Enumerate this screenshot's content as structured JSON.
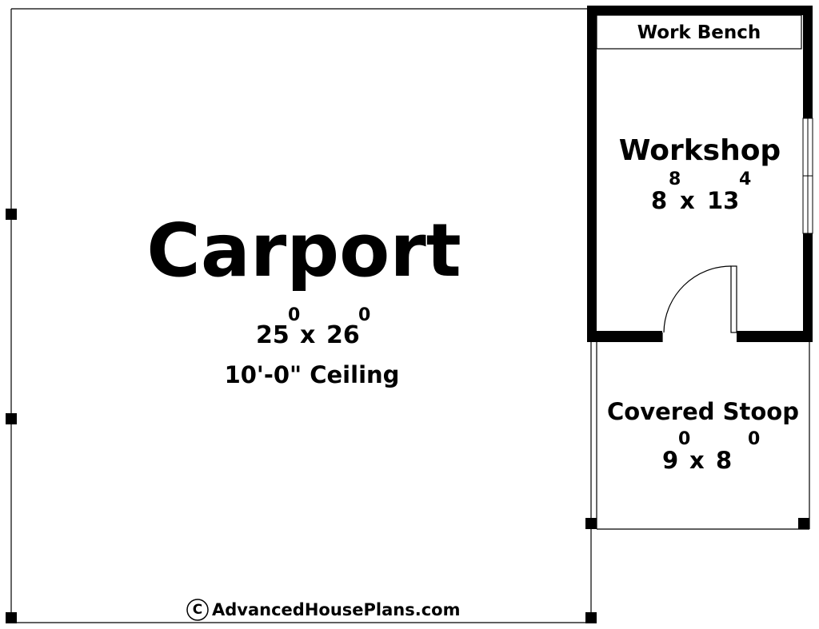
{
  "plan": {
    "carport": {
      "name": "Carport",
      "width_ft": "25",
      "width_in": "0",
      "times": "x",
      "depth_ft": "26",
      "depth_in": "0",
      "ceiling": "10'-0\" Ceiling"
    },
    "workshop": {
      "name": "Workshop",
      "width_ft": "8",
      "width_in": "8",
      "times": "x",
      "depth_ft": "13",
      "depth_in": "4",
      "bench": "Work Bench"
    },
    "stoop": {
      "name": "Covered Stoop",
      "width_ft": "9",
      "width_in": "0",
      "times": "x",
      "depth_ft": "8",
      "depth_in": "0"
    },
    "copyright": {
      "symbol": "C",
      "text": "AdvancedHousePlans.com"
    }
  }
}
